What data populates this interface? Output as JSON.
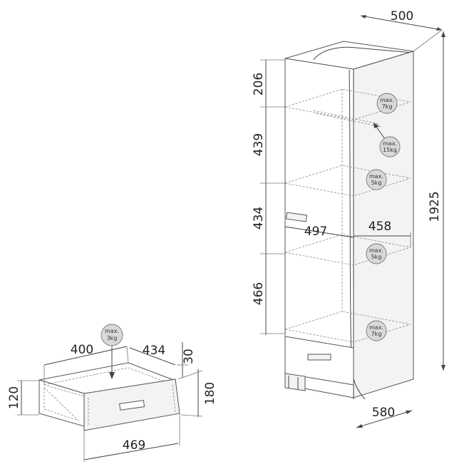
{
  "diagram": {
    "wardrobe": {
      "dimensions": {
        "depth_top": "500",
        "height_total": "1925",
        "base_width": "580",
        "interior_width": "458",
        "door_width": "497",
        "section_top": "206",
        "section_2": "439",
        "section_3": "434",
        "section_4": "466"
      },
      "badges": [
        {
          "line1": "max.",
          "line2": "7kg"
        },
        {
          "line1": "max.",
          "line2": "15kg"
        },
        {
          "line1": "max.",
          "line2": "5kg"
        },
        {
          "line1": "max.",
          "line2": "5kg"
        },
        {
          "line1": "max.",
          "line2": "7kg"
        }
      ]
    },
    "drawer": {
      "dimensions": {
        "inner_width": "400",
        "inner_depth": "434",
        "inner_height": "30",
        "side_height": "120",
        "front_height": "180",
        "front_width": "469"
      },
      "badge": {
        "line1": "max.",
        "line2": "3kg"
      }
    }
  }
}
